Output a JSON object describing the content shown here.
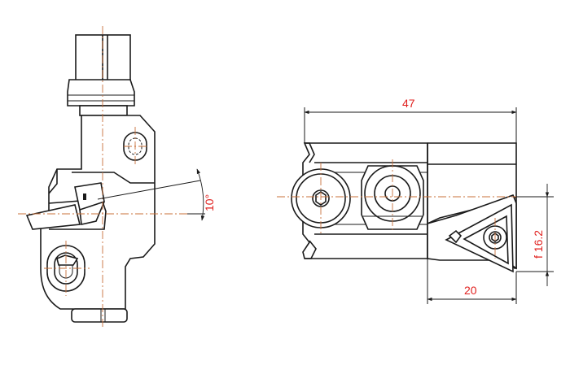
{
  "dimensions": {
    "overall_length": "47",
    "insert_offset": "20",
    "diameter": "f 16.2",
    "angle": "10°"
  },
  "colors": {
    "lines": "#1a1a1a",
    "center_lines": "#c8703a",
    "dimension_text": "#e0201e"
  }
}
